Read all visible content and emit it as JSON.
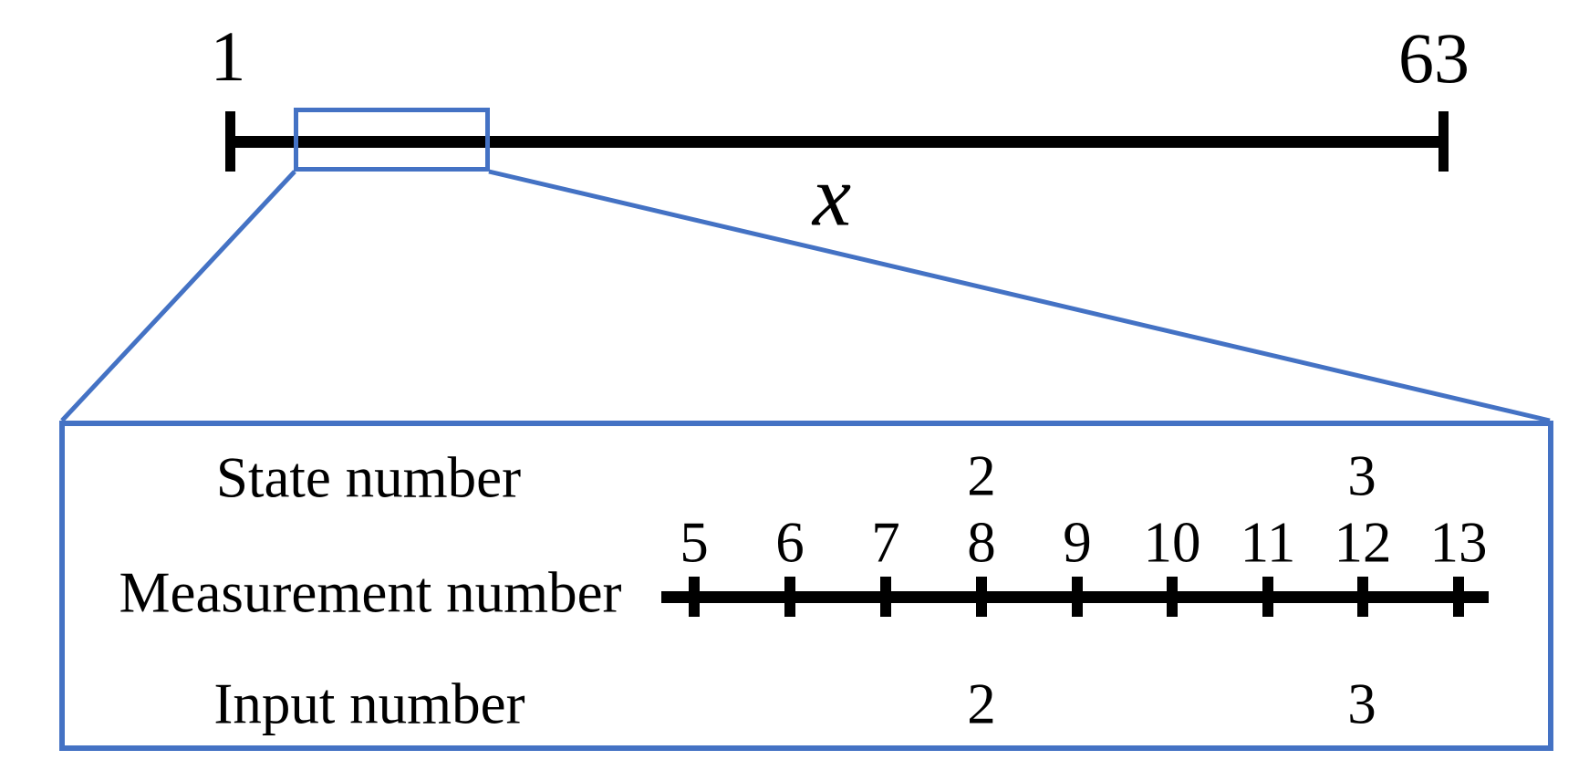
{
  "figure": {
    "overview": {
      "start_label": "1",
      "end_label": "63",
      "axis_label": "x"
    },
    "detail": {
      "state_label": "State number",
      "measurement_label": "Measurement number",
      "input_label": "Input number",
      "tick_labels": [
        "5",
        "6",
        "7",
        "8",
        "9",
        "10",
        "11",
        "12",
        "13"
      ],
      "state_values": [
        {
          "text": "2",
          "at_measurement": "8"
        },
        {
          "text": "3",
          "at_measurement": "12"
        }
      ],
      "input_values": [
        {
          "text": "2",
          "at_measurement": "8"
        },
        {
          "text": "3",
          "at_measurement": "12"
        }
      ]
    },
    "colors": {
      "accent_blue": "#4472C4",
      "line_black": "#000000"
    }
  },
  "chart_data": {
    "type": "number-line",
    "overview_axis": {
      "start": 1,
      "end": 63,
      "variable": "x"
    },
    "detail_axis_ticks": [
      5,
      6,
      7,
      8,
      9,
      10,
      11,
      12,
      13
    ],
    "state_numbers": [
      {
        "value": 2,
        "at_measurement": 8
      },
      {
        "value": 3,
        "at_measurement": 12
      }
    ],
    "input_numbers": [
      {
        "value": 2,
        "at_measurement": 8
      },
      {
        "value": 3,
        "at_measurement": 12
      }
    ]
  }
}
